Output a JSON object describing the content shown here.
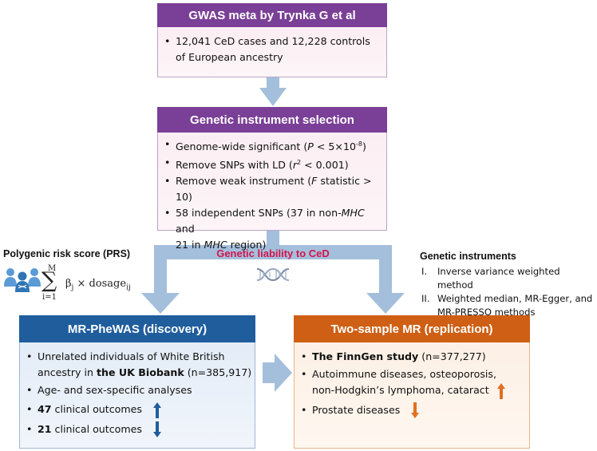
{
  "gwas_box": {
    "title": "GWAS meta by Trynka G et al",
    "bullets": [
      [
        "12,041 CeD cases and 12,228 controls",
        "of European ancestry"
      ]
    ]
  },
  "instrument_box": {
    "title": "Genetic instrument selection",
    "b1_pre": "Genome-wide significant (",
    "b1_it": "P",
    "b1_mid": " < 5×10",
    "b1_sup": "-8",
    "b1_post": ")",
    "b2_pre": "Remove SNPs with LD (",
    "b2_it": "r",
    "b2_sup": "2",
    "b2_post": " < 0.001)",
    "b3_pre": "Remove weak instrument (",
    "b3_it": "F",
    "b3_post": " statistic > 10)",
    "b4_l1_pre": "58 independent SNPs (37 in non-",
    "b4_l1_it": "MHC",
    "b4_l1_post": " and",
    "b4_l2_pre": "21 in ",
    "b4_l2_it": "MHC",
    "b4_l2_post": " region)"
  },
  "liability_label": "Genetic liability to CeD",
  "prs": {
    "title": "Polygenic risk score (PRS)",
    "sum_top": "M",
    "sum_symbol": "∑",
    "sum_bottom": "i=1",
    "beta": "β",
    "beta_sub": "j",
    "times": " × dosage",
    "dosage_sub": "ij"
  },
  "instruments_panel": {
    "title": "Genetic instruments",
    "items": [
      {
        "num": "I.",
        "lines": [
          "Inverse variance weighted method"
        ]
      },
      {
        "num": "II.",
        "lines": [
          "Weighted median, MR-Egger, and",
          "MR-PRESSO methods"
        ]
      }
    ]
  },
  "phewas_box": {
    "title": "MR-PheWAS (discovery)",
    "b1_l1": "Unrelated individuals of White British",
    "b1_l2_pre": "ancestry in ",
    "b1_l2_bold": "the UK Biobank",
    "b1_l2_post": " (n=385,917)",
    "b2": "Age- and sex-specific analyses",
    "b3_bold": "47",
    "b3_post": " clinical outcomes",
    "b4_bold": "21",
    "b4_post": " clinical outcomes"
  },
  "replication_box": {
    "title": "Two-sample MR (replication)",
    "b1_bold": "The FinnGen study",
    "b1_post": " (n=377,277)",
    "b2_l1": "Autoimmune diseases, osteoporosis,",
    "b2_l2": "non-Hodgkin’s lymphoma, cataract",
    "b3": "Prostate diseases"
  },
  "colors": {
    "purple_header": "#7a3f96",
    "blue_header": "#1f5d9d",
    "orange_header": "#cf5f14",
    "flow_arrow": "#a4bfdc",
    "liability_text": "#d4144c",
    "arrow_blue": "#1f5d9d",
    "arrow_orange": "#e07020"
  },
  "icons": [
    "people-dna-icon",
    "dna-helix-icon",
    "up-arrow-icon",
    "down-arrow-icon"
  ]
}
